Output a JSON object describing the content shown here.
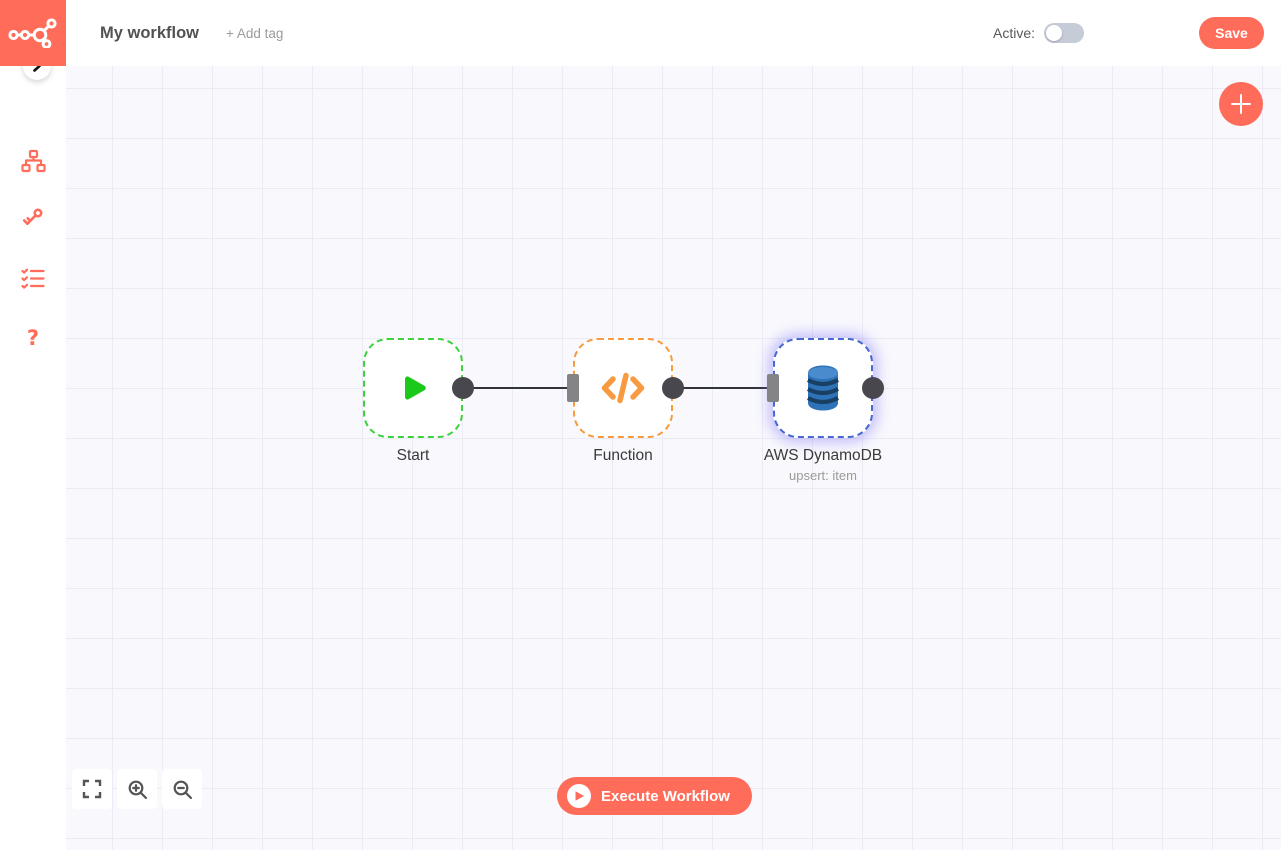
{
  "colors": {
    "brand": "#ff6d5a",
    "canvas_bg": "#f8f8fd",
    "grid_line": "#ebebf6",
    "start_border": "#3fd13f",
    "start_icon": "#1bc91b",
    "function_accent": "#f89b40",
    "dynamodb_blue": "#2e73b8",
    "selected_border": "#4668cf",
    "connector_dot": "#47474d",
    "connector_line": "#32343c",
    "port_bar": "#848487"
  },
  "header": {
    "title": "My workflow",
    "add_tag": "+ Add tag",
    "active_label": "Active:",
    "active_state": "off",
    "save": "Save",
    "logo_icon": "n8n-logo"
  },
  "sidebar": {
    "collapse_icon": "chevron-right-icon",
    "items": [
      {
        "icon": "sitemap-icon"
      },
      {
        "icon": "key-icon"
      },
      {
        "icon": "checklist-icon"
      },
      {
        "icon": "question-mark-icon",
        "glyph": "?"
      }
    ]
  },
  "canvas": {
    "nodes": [
      {
        "label": "Start",
        "icon": "play-icon",
        "state": "default"
      },
      {
        "label": "Function",
        "icon": "code-icon",
        "state": "default"
      },
      {
        "label": "AWS DynamoDB",
        "sublabel": "upsert: item",
        "icon": "dynamodb-icon",
        "state": "selected"
      }
    ],
    "connections": [
      {
        "from": "Start",
        "to": "Function"
      },
      {
        "from": "Function",
        "to": "AWS DynamoDB"
      }
    ],
    "add_node_icon": "plus-icon",
    "execute_button": "Execute Workflow",
    "zoom_controls": [
      {
        "name": "zoom-to-fit"
      },
      {
        "name": "zoom-in"
      },
      {
        "name": "zoom-out"
      }
    ]
  }
}
